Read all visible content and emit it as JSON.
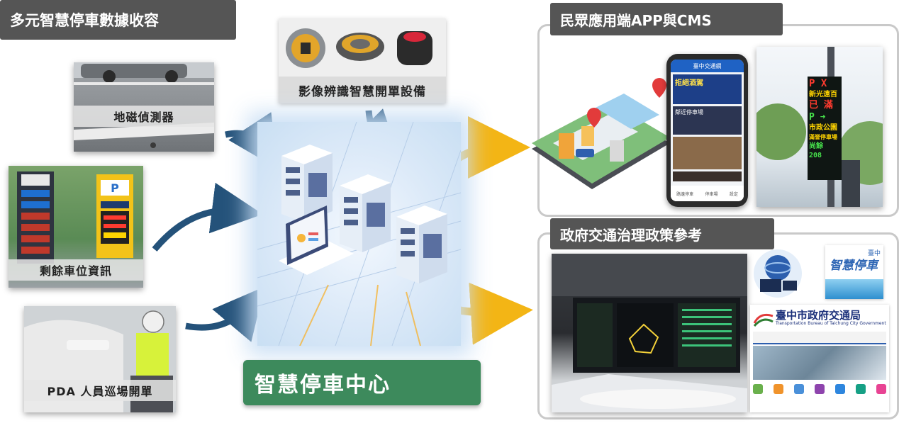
{
  "left_banner": {
    "title": "多元智慧停車數據收容"
  },
  "sources": [
    {
      "caption": "地磁偵測器"
    },
    {
      "caption": "剩餘車位資訊"
    },
    {
      "caption": "PDA 人員巡場開單"
    }
  ],
  "device_card": {
    "caption": "影像辨識智慧開單設備"
  },
  "center": {
    "title": "智慧停車中心"
  },
  "app_panel": {
    "title": "民眾應用端APP與CMS",
    "phone_header": "臺中交通網",
    "phone_banner": "拒絕酒駕",
    "phone_item2": "鄰近停車場",
    "phone_tab_labels": [
      "路邊停車",
      "停車場",
      "設定"
    ],
    "sign_lines": [
      "P X",
      "新光遠百",
      "已 滿",
      "P ➜",
      "市政公園",
      "滿誉停車場",
      "尚餘 208"
    ]
  },
  "gov_panel": {
    "title": "政府交通治理政策參考",
    "smart_logo": "智慧停車",
    "smart_logo_small": "臺中",
    "bureau_name": "臺中市政府交通局",
    "bureau_en": "Transportation Bureau of Taichung City Government"
  },
  "colors": {
    "banner": "#555555",
    "center_green": "#3d8a5c",
    "arrow_blue": "#24527a",
    "arrow_yellow": "#f3b515",
    "panel_border": "#c9c9c9"
  }
}
